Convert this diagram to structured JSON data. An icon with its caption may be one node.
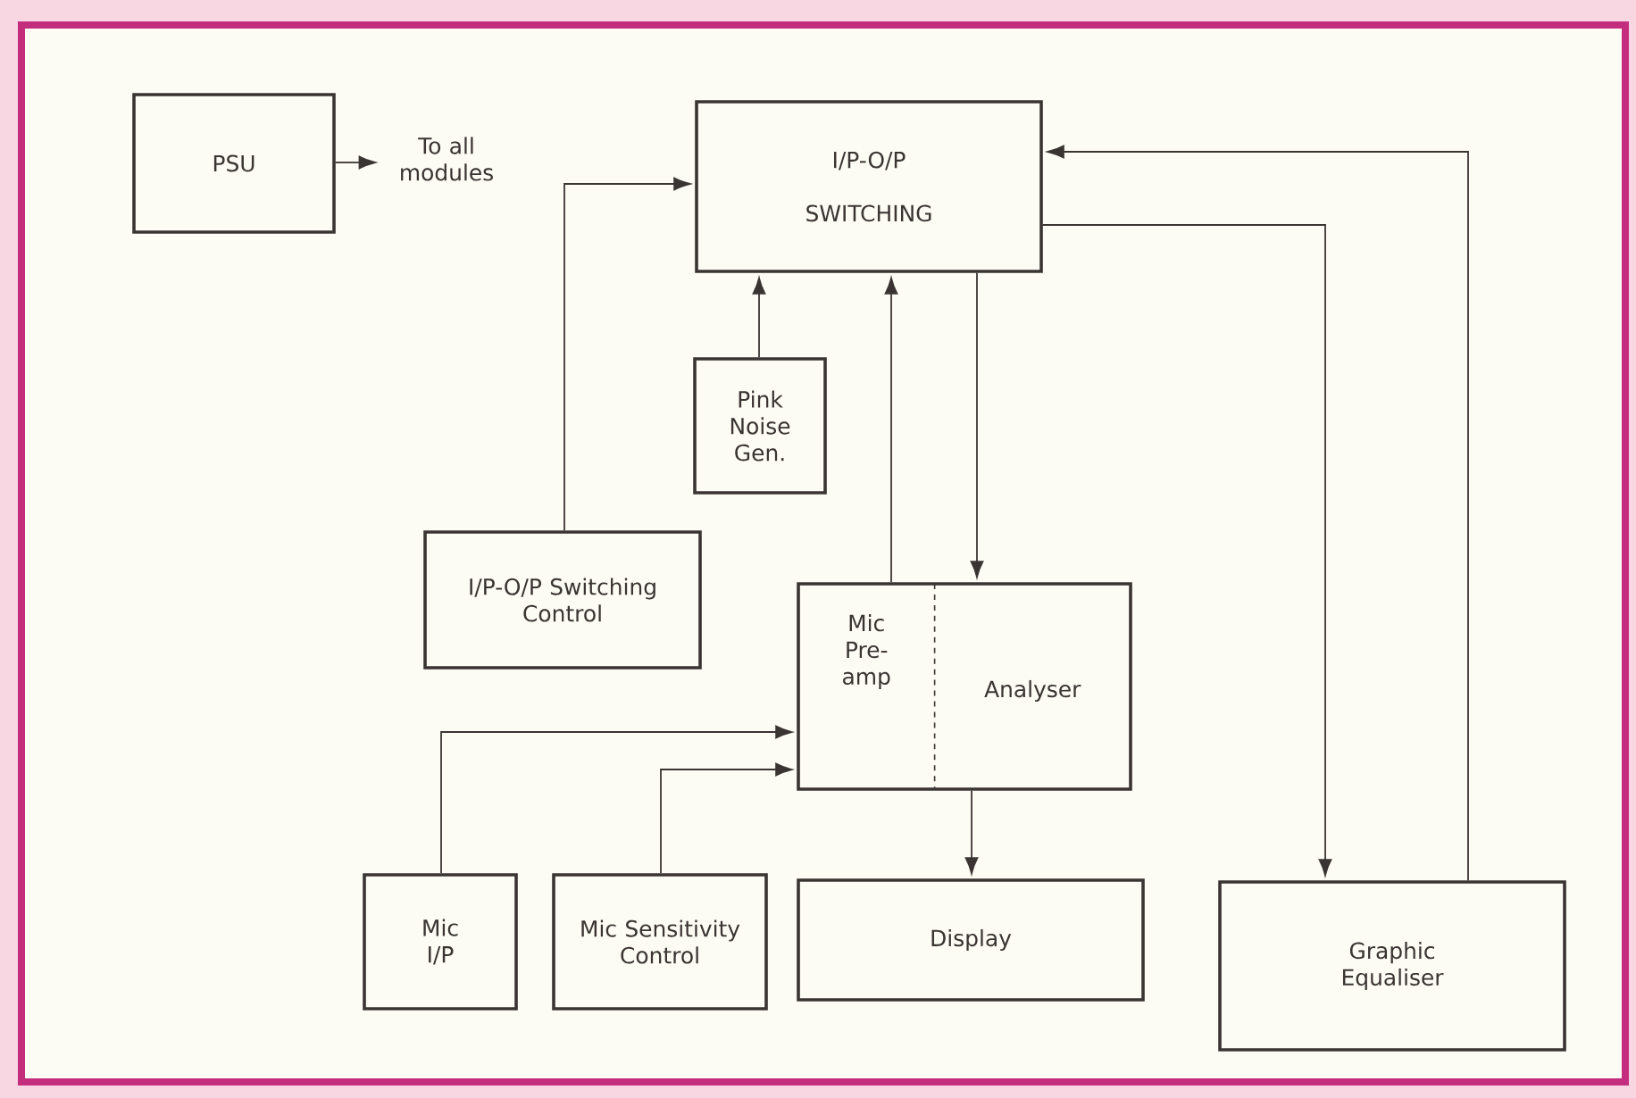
{
  "diagram": {
    "nodes": [
      {
        "text": [
          "PSU"
        ]
      },
      {
        "text": [
          "To all modules"
        ]
      },
      {
        "text": [
          "I/P-O/P SWITCHING"
        ]
      },
      {
        "text": [
          "Pink Noise Gen."
        ]
      },
      {
        "text": [
          "I/P-O/P Switching Control"
        ]
      },
      {
        "text": [
          "Mic Pre-amp",
          "Analyser"
        ]
      },
      {
        "text": [
          "Mic I/P"
        ]
      },
      {
        "text": [
          "Mic Sensitivity Control"
        ]
      },
      {
        "text": [
          "Display"
        ]
      },
      {
        "text": [
          "Graphic Equaliser"
        ]
      }
    ],
    "edges": [
      {
        "from": 0,
        "to": 1,
        "arrow": "to"
      },
      {
        "from": 4,
        "to": 2,
        "arrow": "to"
      },
      {
        "from": 3,
        "to": 2,
        "arrow": "to"
      },
      {
        "from": 5,
        "to": 2,
        "arrow": "to"
      },
      {
        "from": 2,
        "to": 5,
        "arrow": "to"
      },
      {
        "from": 2,
        "to": 9,
        "arrow": "to"
      },
      {
        "from": 9,
        "to": 2,
        "arrow": "to"
      },
      {
        "from": 6,
        "to": 5,
        "arrow": "to"
      },
      {
        "from": 7,
        "to": 5,
        "arrow": "to"
      },
      {
        "from": 5,
        "to": 8,
        "arrow": "to"
      }
    ]
  }
}
